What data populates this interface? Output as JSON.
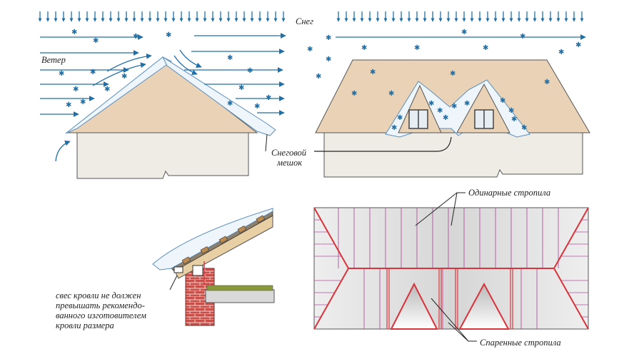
{
  "labels": {
    "snow": "Снег",
    "wind": "Ветер",
    "snow_drift_line1": "Снеговой",
    "snow_drift_line2": "мешок",
    "overhang_line1": "свес кровли не должен",
    "overhang_line2": "превышать рекомендо-",
    "overhang_line3": "ванного изготовителем",
    "overhang_line4": "кровли размера",
    "single_rafters": "Одинарные стропила",
    "paired_rafters": "Спаренные стропила"
  },
  "colors": {
    "wind_arrow": "#1f6fa8",
    "roof": "#e9d2b6",
    "wall": "#efece6",
    "snow": "#eef5fb",
    "rafter_red": "#d8343c",
    "rafter_purple": "#b24fa0",
    "brick": "#c8504a"
  },
  "icons": [
    "snowflake-icon",
    "wind-arrow-icon",
    "window-icon"
  ]
}
